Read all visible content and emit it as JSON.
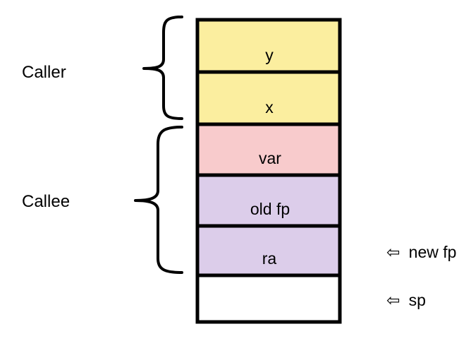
{
  "stack": {
    "slots": [
      {
        "label": "y",
        "color": "#fbee9f"
      },
      {
        "label": "x",
        "color": "#fbee9f"
      },
      {
        "label": "var",
        "color": "#f8cbcc"
      },
      {
        "label": "old fp",
        "color": "#dccdea"
      },
      {
        "label": "ra",
        "color": "#dccdea"
      },
      {
        "label": "",
        "color": "#ffffff"
      }
    ]
  },
  "groups": {
    "caller": {
      "label": "Caller"
    },
    "callee": {
      "label": "Callee"
    }
  },
  "pointers": {
    "new_fp": {
      "arrow": "⇦",
      "label": "new fp"
    },
    "sp": {
      "arrow": "⇦",
      "label": "sp"
    }
  }
}
